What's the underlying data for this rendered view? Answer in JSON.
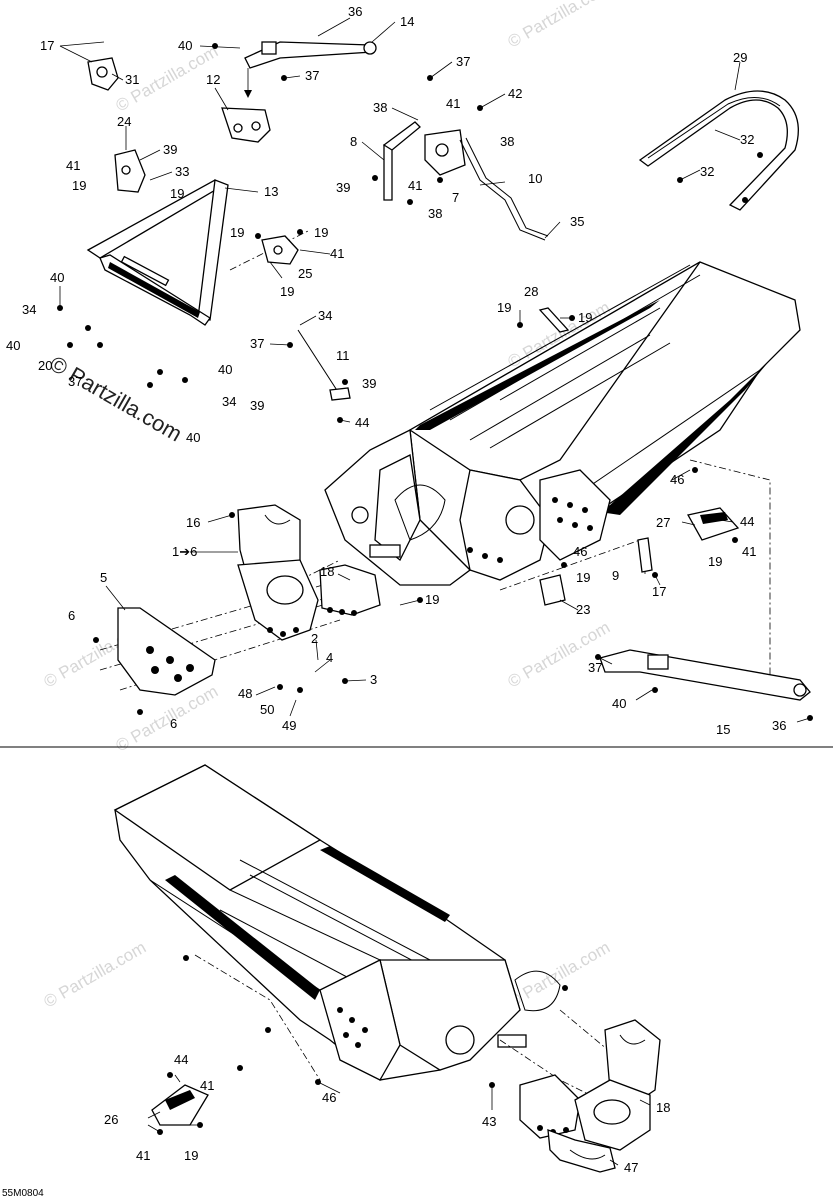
{
  "drawing_code": "55M0804",
  "watermarks": {
    "main": "© Partzilla.com",
    "repeat": "© Partzilla.com"
  },
  "callouts": [
    {
      "id": "c1",
      "text": "36"
    },
    {
      "id": "c2",
      "text": "14"
    },
    {
      "id": "c3",
      "text": "17"
    },
    {
      "id": "c4",
      "text": "40"
    },
    {
      "id": "c5",
      "text": "37"
    },
    {
      "id": "c6",
      "text": "31"
    },
    {
      "id": "c7",
      "text": "12"
    },
    {
      "id": "c8",
      "text": "37"
    },
    {
      "id": "c9",
      "text": "42"
    },
    {
      "id": "c10",
      "text": "38"
    },
    {
      "id": "c11",
      "text": "41"
    },
    {
      "id": "c12",
      "text": "8"
    },
    {
      "id": "c13",
      "text": "38"
    },
    {
      "id": "c14",
      "text": "29"
    },
    {
      "id": "c15",
      "text": "32"
    },
    {
      "id": "c16",
      "text": "24"
    },
    {
      "id": "c17",
      "text": "39"
    },
    {
      "id": "c18",
      "text": "33"
    },
    {
      "id": "c19",
      "text": "41"
    },
    {
      "id": "c20",
      "text": "19"
    },
    {
      "id": "c21",
      "text": "19"
    },
    {
      "id": "c22",
      "text": "13"
    },
    {
      "id": "c23",
      "text": "39"
    },
    {
      "id": "c24",
      "text": "41"
    },
    {
      "id": "c25",
      "text": "7"
    },
    {
      "id": "c26",
      "text": "38"
    },
    {
      "id": "c27",
      "text": "10"
    },
    {
      "id": "c28",
      "text": "32"
    },
    {
      "id": "c29",
      "text": "19"
    },
    {
      "id": "c30",
      "text": "19"
    },
    {
      "id": "c31",
      "text": "41"
    },
    {
      "id": "c32",
      "text": "25"
    },
    {
      "id": "c33",
      "text": "19"
    },
    {
      "id": "c34",
      "text": "35"
    },
    {
      "id": "c35",
      "text": "40"
    },
    {
      "id": "c36",
      "text": "34"
    },
    {
      "id": "c37",
      "text": "34"
    },
    {
      "id": "c38",
      "text": "40"
    },
    {
      "id": "c39",
      "text": "20"
    },
    {
      "id": "c40",
      "text": "37"
    },
    {
      "id": "c41",
      "text": "37"
    },
    {
      "id": "c42",
      "text": "11"
    },
    {
      "id": "c43",
      "text": "39"
    },
    {
      "id": "c44",
      "text": "39"
    },
    {
      "id": "c45",
      "text": "44"
    },
    {
      "id": "c46",
      "text": "40"
    },
    {
      "id": "c47",
      "text": "34"
    },
    {
      "id": "c48",
      "text": "40"
    },
    {
      "id": "c49",
      "text": "19"
    },
    {
      "id": "c50",
      "text": "28"
    },
    {
      "id": "c51",
      "text": "19"
    },
    {
      "id": "c52",
      "text": "16"
    },
    {
      "id": "c53",
      "text": "1➔6"
    },
    {
      "id": "c54",
      "text": "5"
    },
    {
      "id": "c55",
      "text": "18"
    },
    {
      "id": "c56",
      "text": "19"
    },
    {
      "id": "c57",
      "text": "6"
    },
    {
      "id": "c58",
      "text": "2"
    },
    {
      "id": "c59",
      "text": "4"
    },
    {
      "id": "c60",
      "text": "3"
    },
    {
      "id": "c61",
      "text": "48"
    },
    {
      "id": "c62",
      "text": "50"
    },
    {
      "id": "c63",
      "text": "49"
    },
    {
      "id": "c64",
      "text": "6"
    },
    {
      "id": "c65",
      "text": "46"
    },
    {
      "id": "c66",
      "text": "27"
    },
    {
      "id": "c67",
      "text": "44"
    },
    {
      "id": "c68",
      "text": "41"
    },
    {
      "id": "c69",
      "text": "19"
    },
    {
      "id": "c70",
      "text": "46"
    },
    {
      "id": "c71",
      "text": "9"
    },
    {
      "id": "c72",
      "text": "19"
    },
    {
      "id": "c73",
      "text": "23"
    },
    {
      "id": "c74",
      "text": "17"
    },
    {
      "id": "c75",
      "text": "37"
    },
    {
      "id": "c76",
      "text": "40"
    },
    {
      "id": "c77",
      "text": "15"
    },
    {
      "id": "c78",
      "text": "36"
    },
    {
      "id": "c79",
      "text": "44"
    },
    {
      "id": "c80",
      "text": "41"
    },
    {
      "id": "c81",
      "text": "26"
    },
    {
      "id": "c82",
      "text": "41"
    },
    {
      "id": "c83",
      "text": "19"
    },
    {
      "id": "c84",
      "text": "46"
    },
    {
      "id": "c85",
      "text": "43"
    },
    {
      "id": "c86",
      "text": "18"
    },
    {
      "id": "c87",
      "text": "47"
    }
  ]
}
